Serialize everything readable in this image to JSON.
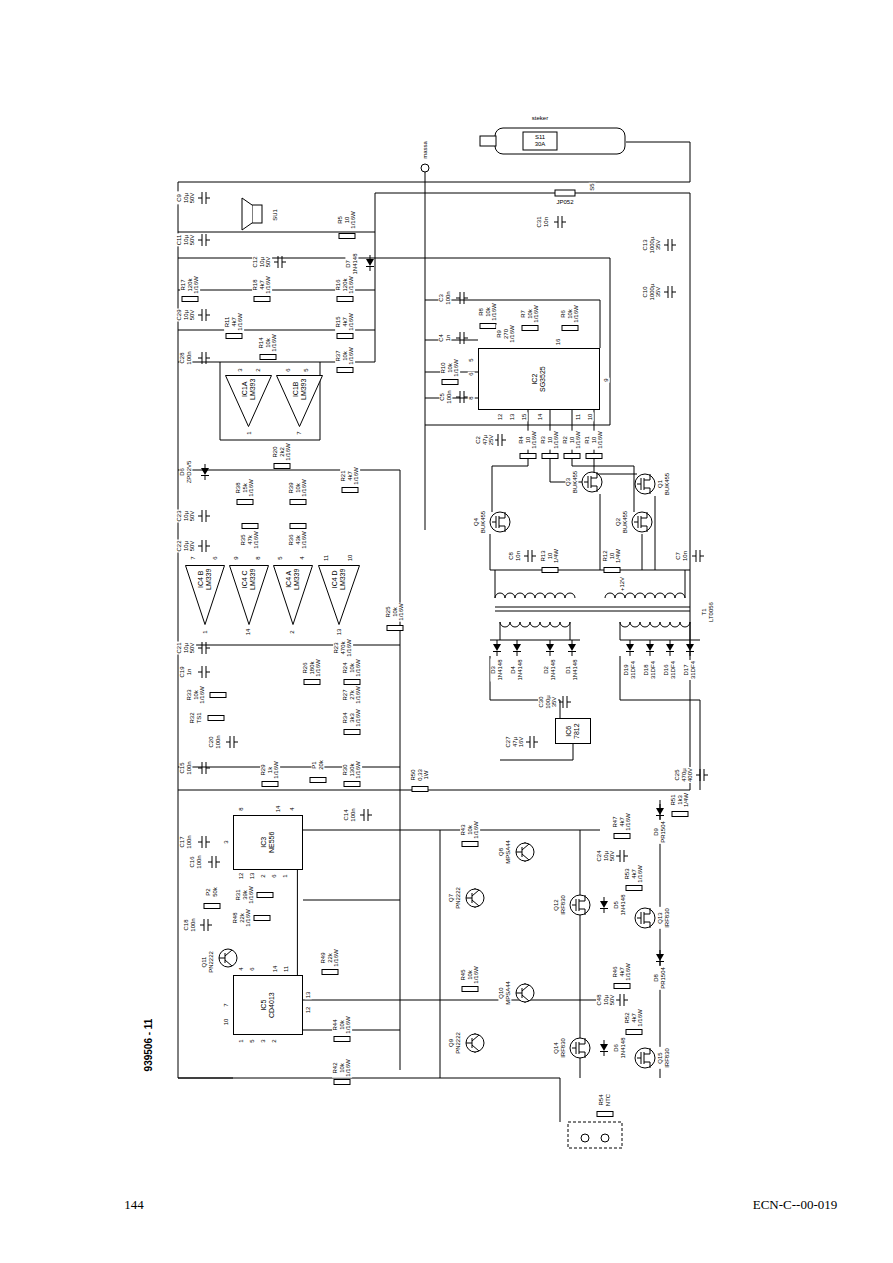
{
  "diagram": {
    "nodes": [
      {
        "text": [
          "IC1A",
          "LM393"
        ]
      },
      {
        "text": [
          "IC1B",
          "LM393"
        ]
      },
      {
        "text": [
          "IC2",
          "SG3525"
        ]
      },
      {
        "text": [
          "IC4 B",
          "LM339"
        ]
      },
      {
        "text": [
          "IC4 C",
          "LM339"
        ]
      },
      {
        "text": [
          "IC4 A",
          "LM339"
        ]
      },
      {
        "text": [
          "IC4 D",
          "LM339"
        ]
      },
      {
        "text": [
          "IC3",
          "NE556"
        ]
      },
      {
        "text": [
          "IC5",
          "CD4013"
        ]
      },
      {
        "text": [
          "IC6",
          "7812"
        ]
      }
    ],
    "edges": [
      {
        "from": 7,
        "to": 8,
        "arrow": "none"
      }
    ],
    "labels": [
      "steker",
      "S11",
      "30A",
      "massa",
      "S5",
      "JP052",
      "C9",
      "10µ",
      "50V",
      "C11",
      "10µ",
      "50V",
      "SU1",
      "R5",
      "10",
      "1/16W",
      "C12",
      "10µ",
      "50V",
      "D7",
      "1N4148",
      "R17",
      "120k",
      "1/16W",
      "R18",
      "4k7",
      "1/16W",
      "R16",
      "120k",
      "1/16W",
      "C29",
      "10µ",
      "50V",
      "R11",
      "4k7",
      "1/16W",
      "R14",
      "10k",
      "1/16W",
      "R15",
      "4k7",
      "1/16W",
      "C28",
      "100n",
      "R37",
      "10k",
      "1/16W",
      "3",
      "2",
      "1",
      "6",
      "5",
      "7",
      "R20",
      "2k2",
      "1/16W",
      "C31",
      "10n",
      "C13",
      "1000µ",
      "35V",
      "C10",
      "1000µ",
      "35V",
      "C3",
      "100n",
      "R8",
      "10k",
      "1/16W",
      "R7",
      "10k",
      "1/16W",
      "R6",
      "10k",
      "1/16W",
      "C4",
      "1n",
      "R9",
      "270",
      "1/16W",
      "R10",
      "10k",
      "1/16W",
      "C5",
      "100n",
      "16",
      "5",
      "6",
      "8",
      "9",
      "12",
      "13",
      "15",
      "14",
      "11",
      "10",
      "C2",
      "47µ",
      "25V",
      "R4",
      "10",
      "1/16W",
      "R3",
      "10",
      "1/16W",
      "R2",
      "10",
      "1/16W",
      "R1",
      "10",
      "1/16W",
      "Q3",
      "BUK455",
      "Q1",
      "BUK455",
      "Q4",
      "BUK455",
      "Q2",
      "BUK455",
      "C8",
      "10n",
      "R13",
      "10",
      "1/4W",
      "R12",
      "10",
      "1/4W",
      "C7",
      "10n",
      "+12V",
      "T1",
      "LT0056",
      "D3",
      "1N4148",
      "D4",
      "1N4148",
      "D2",
      "1N4148",
      "D1",
      "1N4148",
      "D19",
      "31DF4",
      "D18",
      "31DF4",
      "D16",
      "31DF4",
      "D17",
      "31DF4",
      "C30",
      "100µ",
      "35V",
      "C27",
      "47µ",
      "16V",
      "C25",
      "470µ",
      "400V",
      "R50",
      "0,33",
      "1W",
      "R51",
      "1k3",
      "1/4W",
      "R47",
      "4k7",
      "1/16W",
      "D9",
      "PR1504",
      "C24",
      "10µ",
      "50V",
      "R53",
      "4k7",
      "1/16W",
      "D5",
      "1N4148",
      "Q13",
      "IRF830",
      "Q12",
      "IRF830",
      "R43",
      "10k",
      "1/16W",
      "Q8",
      "MPSA44",
      "Q7",
      "PN2222",
      "R46",
      "4k7",
      "1/16W",
      "D8",
      "PR1504",
      "C48",
      "10µ",
      "50V",
      "R52",
      "4k7",
      "1/16W",
      "D6",
      "1N4148",
      "Q15",
      "IRF830",
      "Q14",
      "IRF830",
      "R45",
      "10k",
      "1/16W",
      "Q10",
      "MPSA44",
      "Q9",
      "PN2222",
      "R54",
      "NTC",
      "D6",
      "ZPD2V5",
      "R38",
      "15k",
      "1/16W",
      "R39",
      "10k",
      "1/16W",
      "R21",
      "4k7",
      "1/16W",
      "C23",
      "10µ",
      "50V",
      "C22",
      "10µ",
      "50V",
      "R35",
      "47k",
      "1/16W",
      "R36",
      "43k",
      "1/16W",
      "7",
      "6",
      "1",
      "9",
      "8",
      "14",
      "5",
      "4",
      "2",
      "11",
      "10",
      "13",
      "R25",
      "10k",
      "1/16W",
      "R23",
      "470k",
      "1/16W",
      "C21",
      "10µ",
      "50V",
      "C19",
      "1n",
      "R26",
      "180k",
      "1/16W",
      "R24",
      "10k",
      "1/16W",
      "R33",
      "10k",
      "1/16W",
      "R27",
      "27k",
      "1/16W",
      "R32",
      "TS1",
      "R34",
      "3k3",
      "1/16W",
      "C20",
      "100n",
      "C15",
      "100n",
      "R29",
      "1k",
      "1/16W",
      "P1",
      "20k",
      "R30",
      "130k",
      "1/16W",
      "C14",
      "100n",
      "8",
      "14",
      "4",
      "12",
      "13",
      "2",
      "6",
      "1",
      "3",
      "C17",
      "100n",
      "C16",
      "100n",
      "P2",
      "50k",
      "R31",
      "39k",
      "1/16W",
      "C18",
      "100n",
      "R48",
      "22k",
      "1/16W",
      "Q11",
      "PN2222",
      "4",
      "6",
      "14",
      "11",
      "1",
      "5",
      "3",
      "2",
      "13",
      "12",
      "7",
      "10",
      "R49",
      "22k",
      "1/16W",
      "R44",
      "10k",
      "1/16W",
      "R42",
      "10k",
      "1/16W",
      "939506 - 11",
      "144",
      "ECN-C--00-019"
    ]
  }
}
